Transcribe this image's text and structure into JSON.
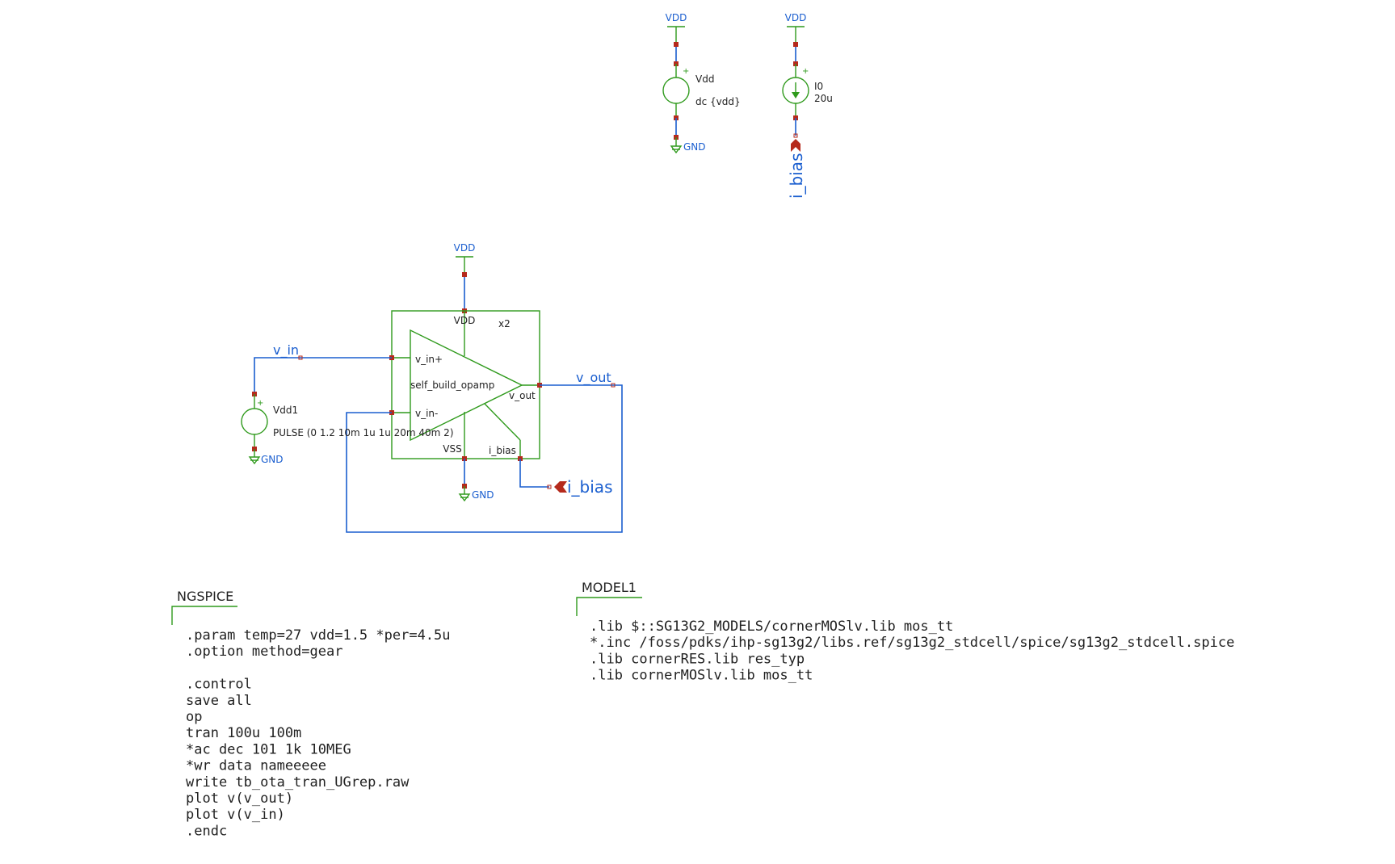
{
  "colors": {
    "wire": "#1a5ecf",
    "symbol": "#2f9a1c",
    "pin": "#b52a1c",
    "net_label": "#1a5ecf",
    "text": "#222222"
  },
  "power": {
    "vdd_label": "VDD",
    "gnd_label": "GND"
  },
  "vdd_source": {
    "name": "Vdd",
    "value": "dc {vdd}"
  },
  "current_source": {
    "name": "I0",
    "value": "20u"
  },
  "input_source": {
    "name": "Vdd1",
    "value": "PULSE (0 1.2 10m 1u 1u 20m 40m 2)"
  },
  "opamp": {
    "instance": "x2",
    "cell": "self_build_opamp",
    "pins": {
      "vdd": "VDD",
      "vss": "VSS",
      "in_plus": "v_in+",
      "in_minus": "v_in-",
      "out": "v_out",
      "ibias": "i_bias"
    }
  },
  "nets": {
    "v_in": "v_in",
    "v_out": "v_out",
    "i_bias": "i_bias"
  },
  "ngspice_block": {
    "title": "NGSPICE",
    "lines": [
      ".param temp=27 vdd=1.5 *per=4.5u",
      ".option method=gear",
      "",
      ".control",
      "save all",
      "op",
      "tran 100u 100m",
      "*ac dec 101 1k 10MEG",
      "*wr data nameeeee",
      "write tb_ota_tran_UGrep.raw",
      "plot v(v_out)",
      "plot v(v_in)",
      ".endc"
    ]
  },
  "model_block": {
    "title": "MODEL1",
    "lines": [
      ".lib $::SG13G2_MODELS/cornerMOSlv.lib mos_tt",
      "*.inc /foss/pdks/ihp-sg13g2/libs.ref/sg13g2_stdcell/spice/sg13g2_stdcell.spice",
      ".lib cornerRES.lib res_typ",
      ".lib cornerMOSlv.lib mos_tt"
    ]
  }
}
